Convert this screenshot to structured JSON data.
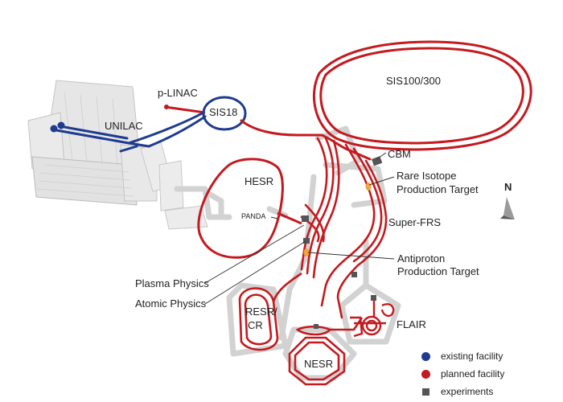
{
  "colors": {
    "existing": "#1f3b8f",
    "planned": "#c41a1f",
    "experiment": "#555555",
    "building": "#e4e4e4",
    "building_edge": "#bdbdbd",
    "target": "#f2a33a"
  },
  "labels": {
    "p_linac": "p-LINAC",
    "unilac": "UNILAC",
    "sis18": "SIS18",
    "sis100": "SIS100/300",
    "cbm": "CBM",
    "hesr": "HESR",
    "panda": "PANDA",
    "rare_isotope": "Rare Isotope",
    "production_target_1": "Production Target",
    "super_frs": "Super-FRS",
    "antiproton": "Antiproton",
    "production_target_2": "Production Target",
    "plasma_physics": "Plasma Physics",
    "atomic_physics": "Atomic Physics",
    "resr": "RESR/",
    "cr": "CR",
    "flair": "FLAIR",
    "nesr": "NESR",
    "north": "N"
  },
  "legend": {
    "existing": "existing facility",
    "planned": "planned facility",
    "experiments": "experiments"
  },
  "icons": {
    "north_arrow": "north-arrow-icon",
    "existing_marker": "blue-dot-icon",
    "planned_marker": "red-dot-icon",
    "experiment_marker": "gray-square-icon"
  }
}
